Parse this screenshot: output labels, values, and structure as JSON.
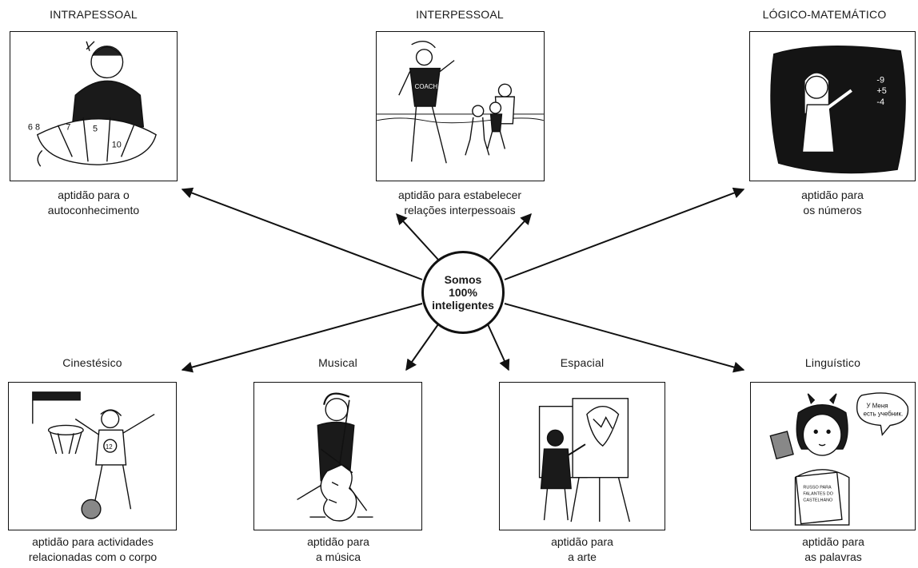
{
  "center": {
    "lines": [
      "Somos",
      "100%",
      "inteligentes"
    ]
  },
  "intelligences": [
    {
      "title": "INTRAPESSOAL",
      "caption": [
        "aptidão para o",
        "autoconhecimento"
      ],
      "icon": "sewing-person-icon"
    },
    {
      "title": "INTERPESSOAL",
      "caption": [
        "aptidão para estabelecer",
        "relações interpessoais"
      ],
      "icon": "coach-with-children-icon"
    },
    {
      "title": "LÓGICO-MATEMÁTICO",
      "caption": [
        "aptidão para",
        "os números"
      ],
      "icon": "girl-at-blackboard-icon"
    },
    {
      "title": "Cinestésico",
      "caption": [
        "aptidão para actividades",
        "relacionadas com o corpo"
      ],
      "icon": "basketball-player-icon"
    },
    {
      "title": "Musical",
      "caption": [
        "aptidão para",
        "a música"
      ],
      "icon": "cellist-icon"
    },
    {
      "title": "Espacial",
      "caption": [
        "aptidão para",
        "a arte"
      ],
      "icon": "painter-at-easel-icon"
    },
    {
      "title": "Linguístico",
      "caption": [
        "aptidão para",
        "as palavras"
      ],
      "icon": "girl-with-books-icon"
    }
  ],
  "illustration_text": {
    "shirt": "COACH",
    "blackboard": [
      "-9",
      "+5",
      "-4"
    ],
    "speech": [
      "У Меня",
      "есть учебник."
    ],
    "book": [
      "RUSSO PARA",
      "FALANTES DO",
      "CASTELHANO"
    ],
    "jersey": "12"
  }
}
